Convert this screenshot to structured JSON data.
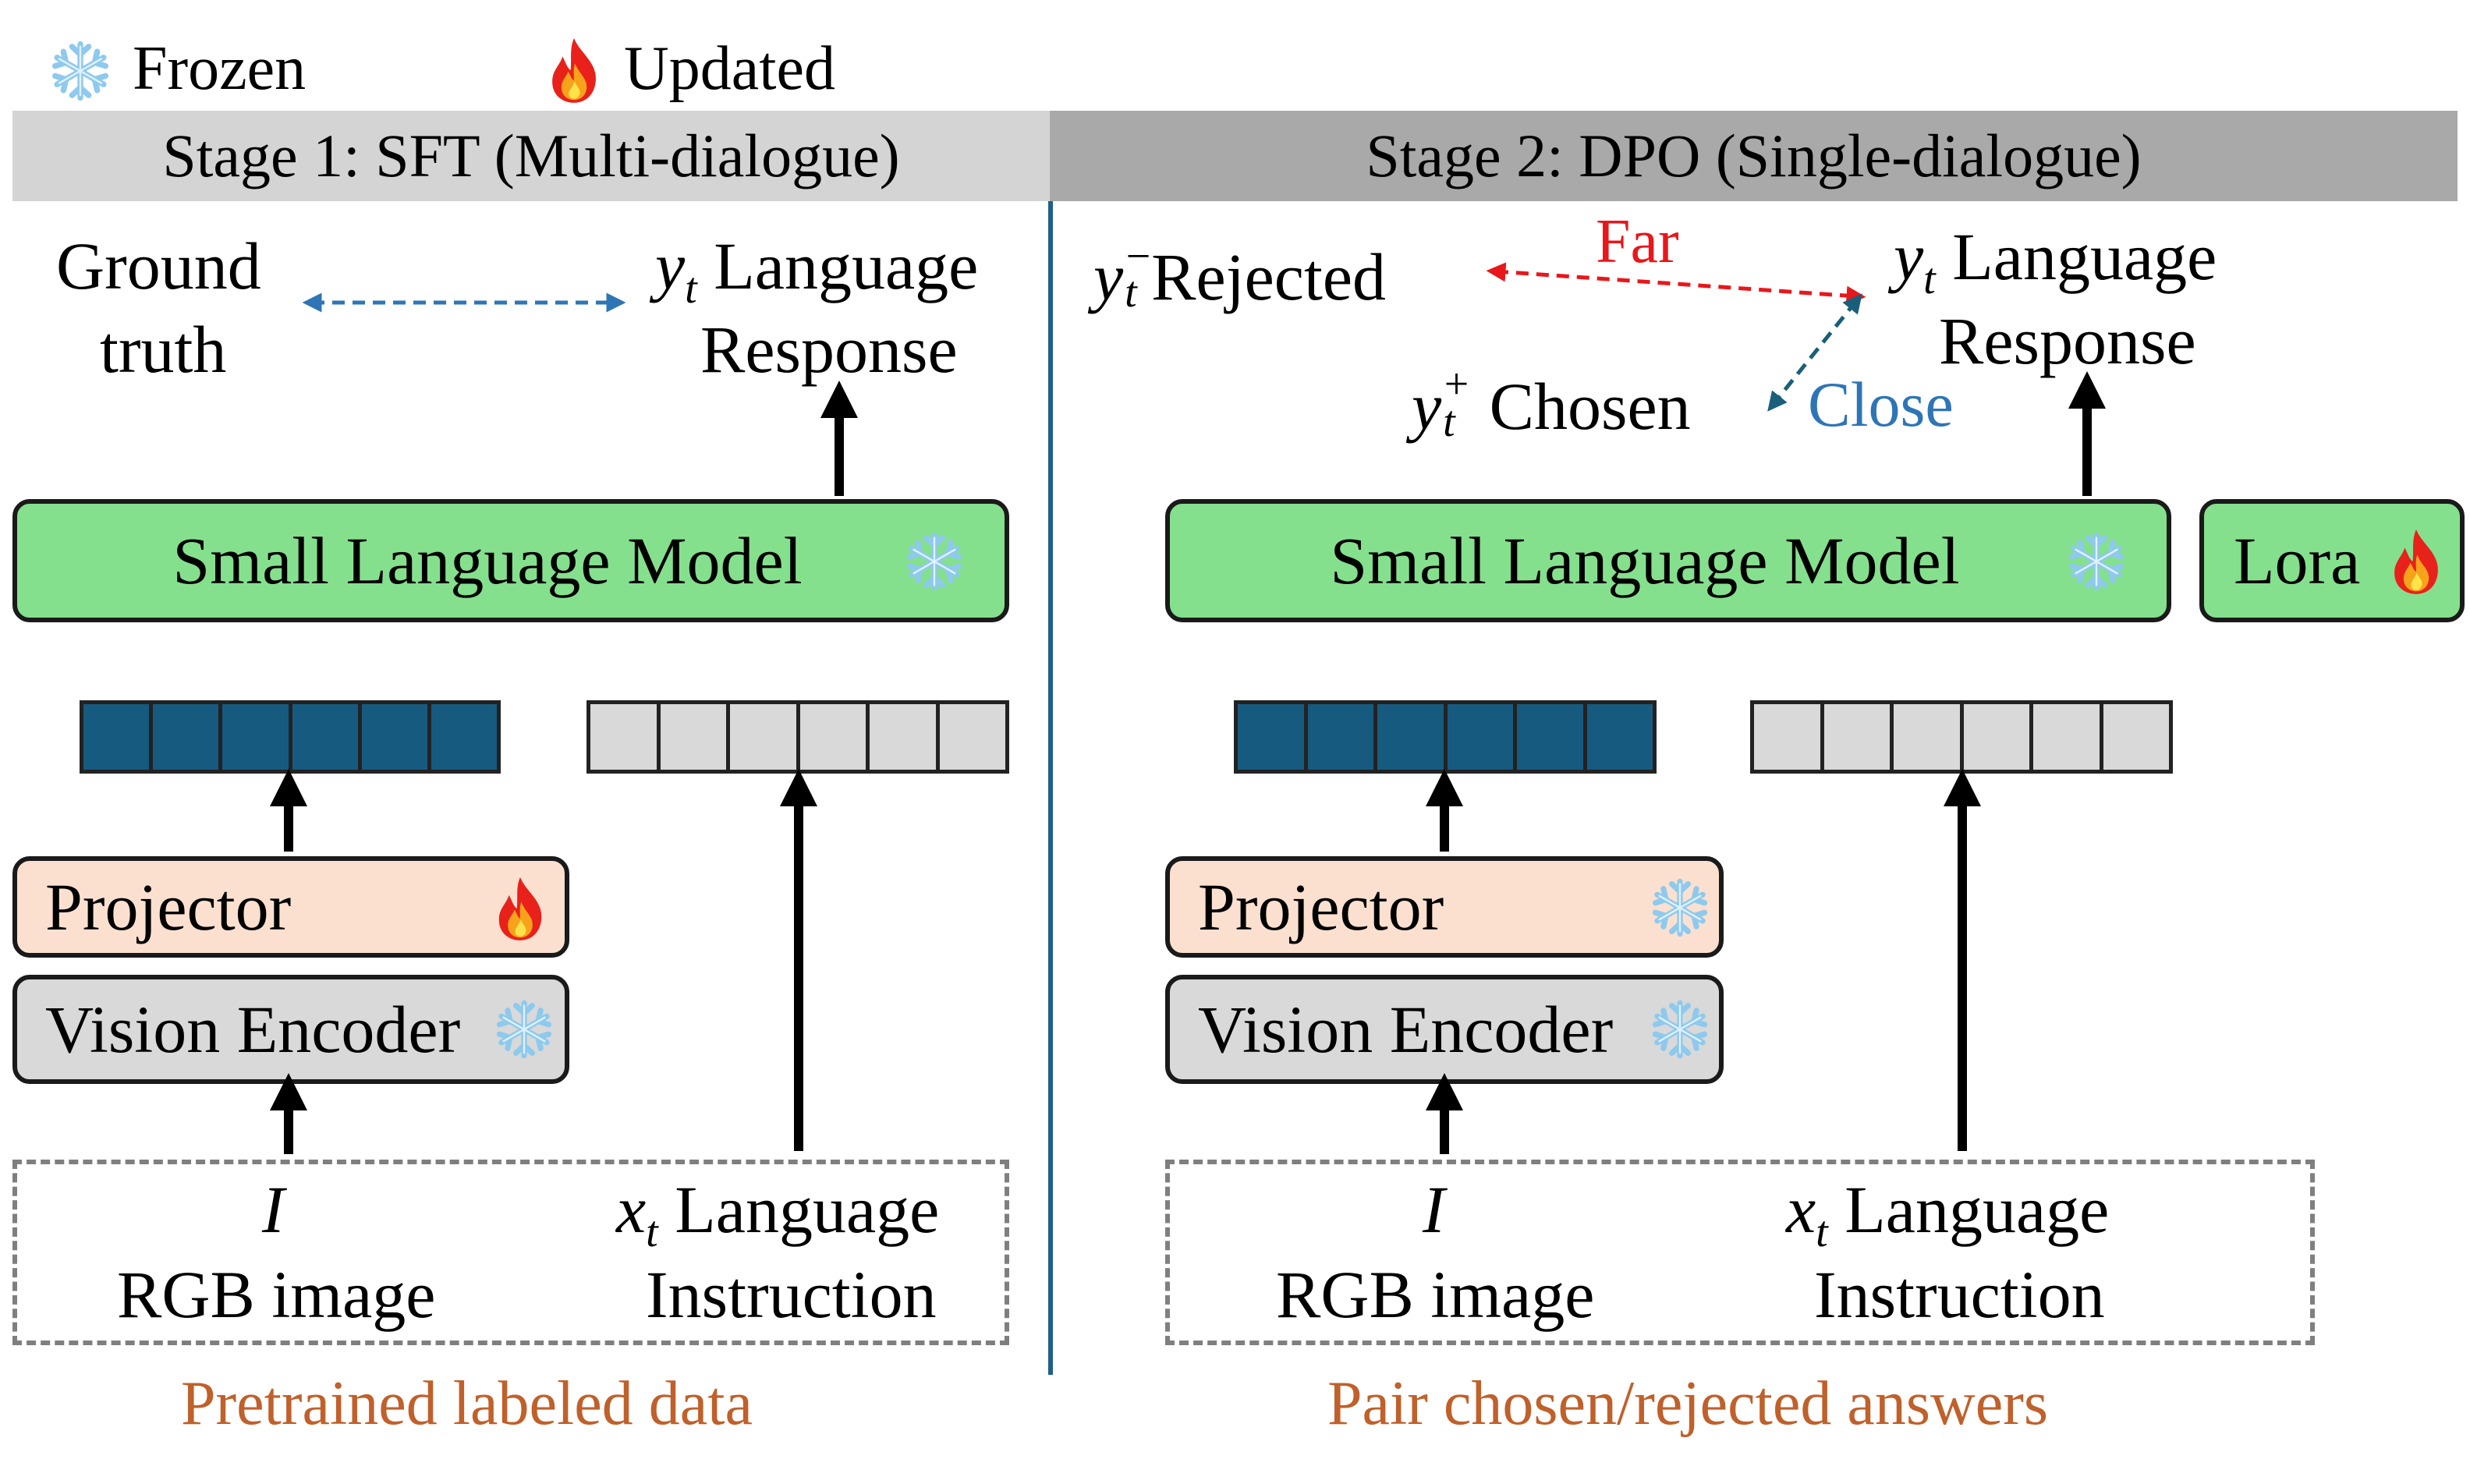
{
  "legend": {
    "frozen_icon": "snowflake-icon",
    "frozen_label": "Frozen",
    "updated_icon": "fire-icon",
    "updated_label": "Updated"
  },
  "stage1": {
    "title": "Stage 1: SFT (Multi-dialogue)",
    "ground_truth_line1": "Ground",
    "ground_truth_line2": "truth",
    "response_symbol": "y",
    "response_sub": "t",
    "response_line1": "Language",
    "response_line2": "Response",
    "slm_label": "Small Language Model",
    "projector_label": "Projector",
    "vision_label": "Vision Encoder",
    "image_symbol": "I",
    "image_label": "RGB image",
    "instr_symbol": "x",
    "instr_sub": "t",
    "instr_line1": "Language",
    "instr_line2": "Instruction",
    "footer": "Pretrained labeled data"
  },
  "stage2": {
    "title": "Stage 2: DPO (Single-dialogue)",
    "rejected_symbol": "y",
    "rejected_sub": "t",
    "rejected_sup": "−",
    "rejected_label": "Rejected",
    "far_label": "Far",
    "close_label": "Close",
    "chosen_symbol": "y",
    "chosen_sub": "t",
    "chosen_sup": "+",
    "chosen_label": "Chosen",
    "response_symbol": "y",
    "response_sub": "t",
    "response_line1": "Language",
    "response_line2": "Response",
    "slm_label": "Small Language Model",
    "lora_label": "Lora",
    "projector_label": "Projector",
    "vision_label": "Vision Encoder",
    "image_symbol": "I",
    "image_label": "RGB image",
    "instr_symbol": "x",
    "instr_sub": "t",
    "instr_line1": "Language",
    "instr_line2": "Instruction",
    "footer": "Pair chosen/rejected answers"
  },
  "colors": {
    "stage1_banner": "#d4d4d4",
    "stage2_banner": "#a9a9a9",
    "slm_fill": "#85e08e",
    "projector_fill": "#fbe0d0",
    "encoder_fill": "#d9d9d9",
    "image_tokens": "#175a80",
    "text_tokens": "#d9d9d9",
    "divider": "#1f5f8b",
    "far_arrow": "#e8171b",
    "close_arrow": "#1a5f7a",
    "ground_truth_arrow": "#2e75b6",
    "footer_text": "#c0602a",
    "close_text": "#2e75b6"
  }
}
